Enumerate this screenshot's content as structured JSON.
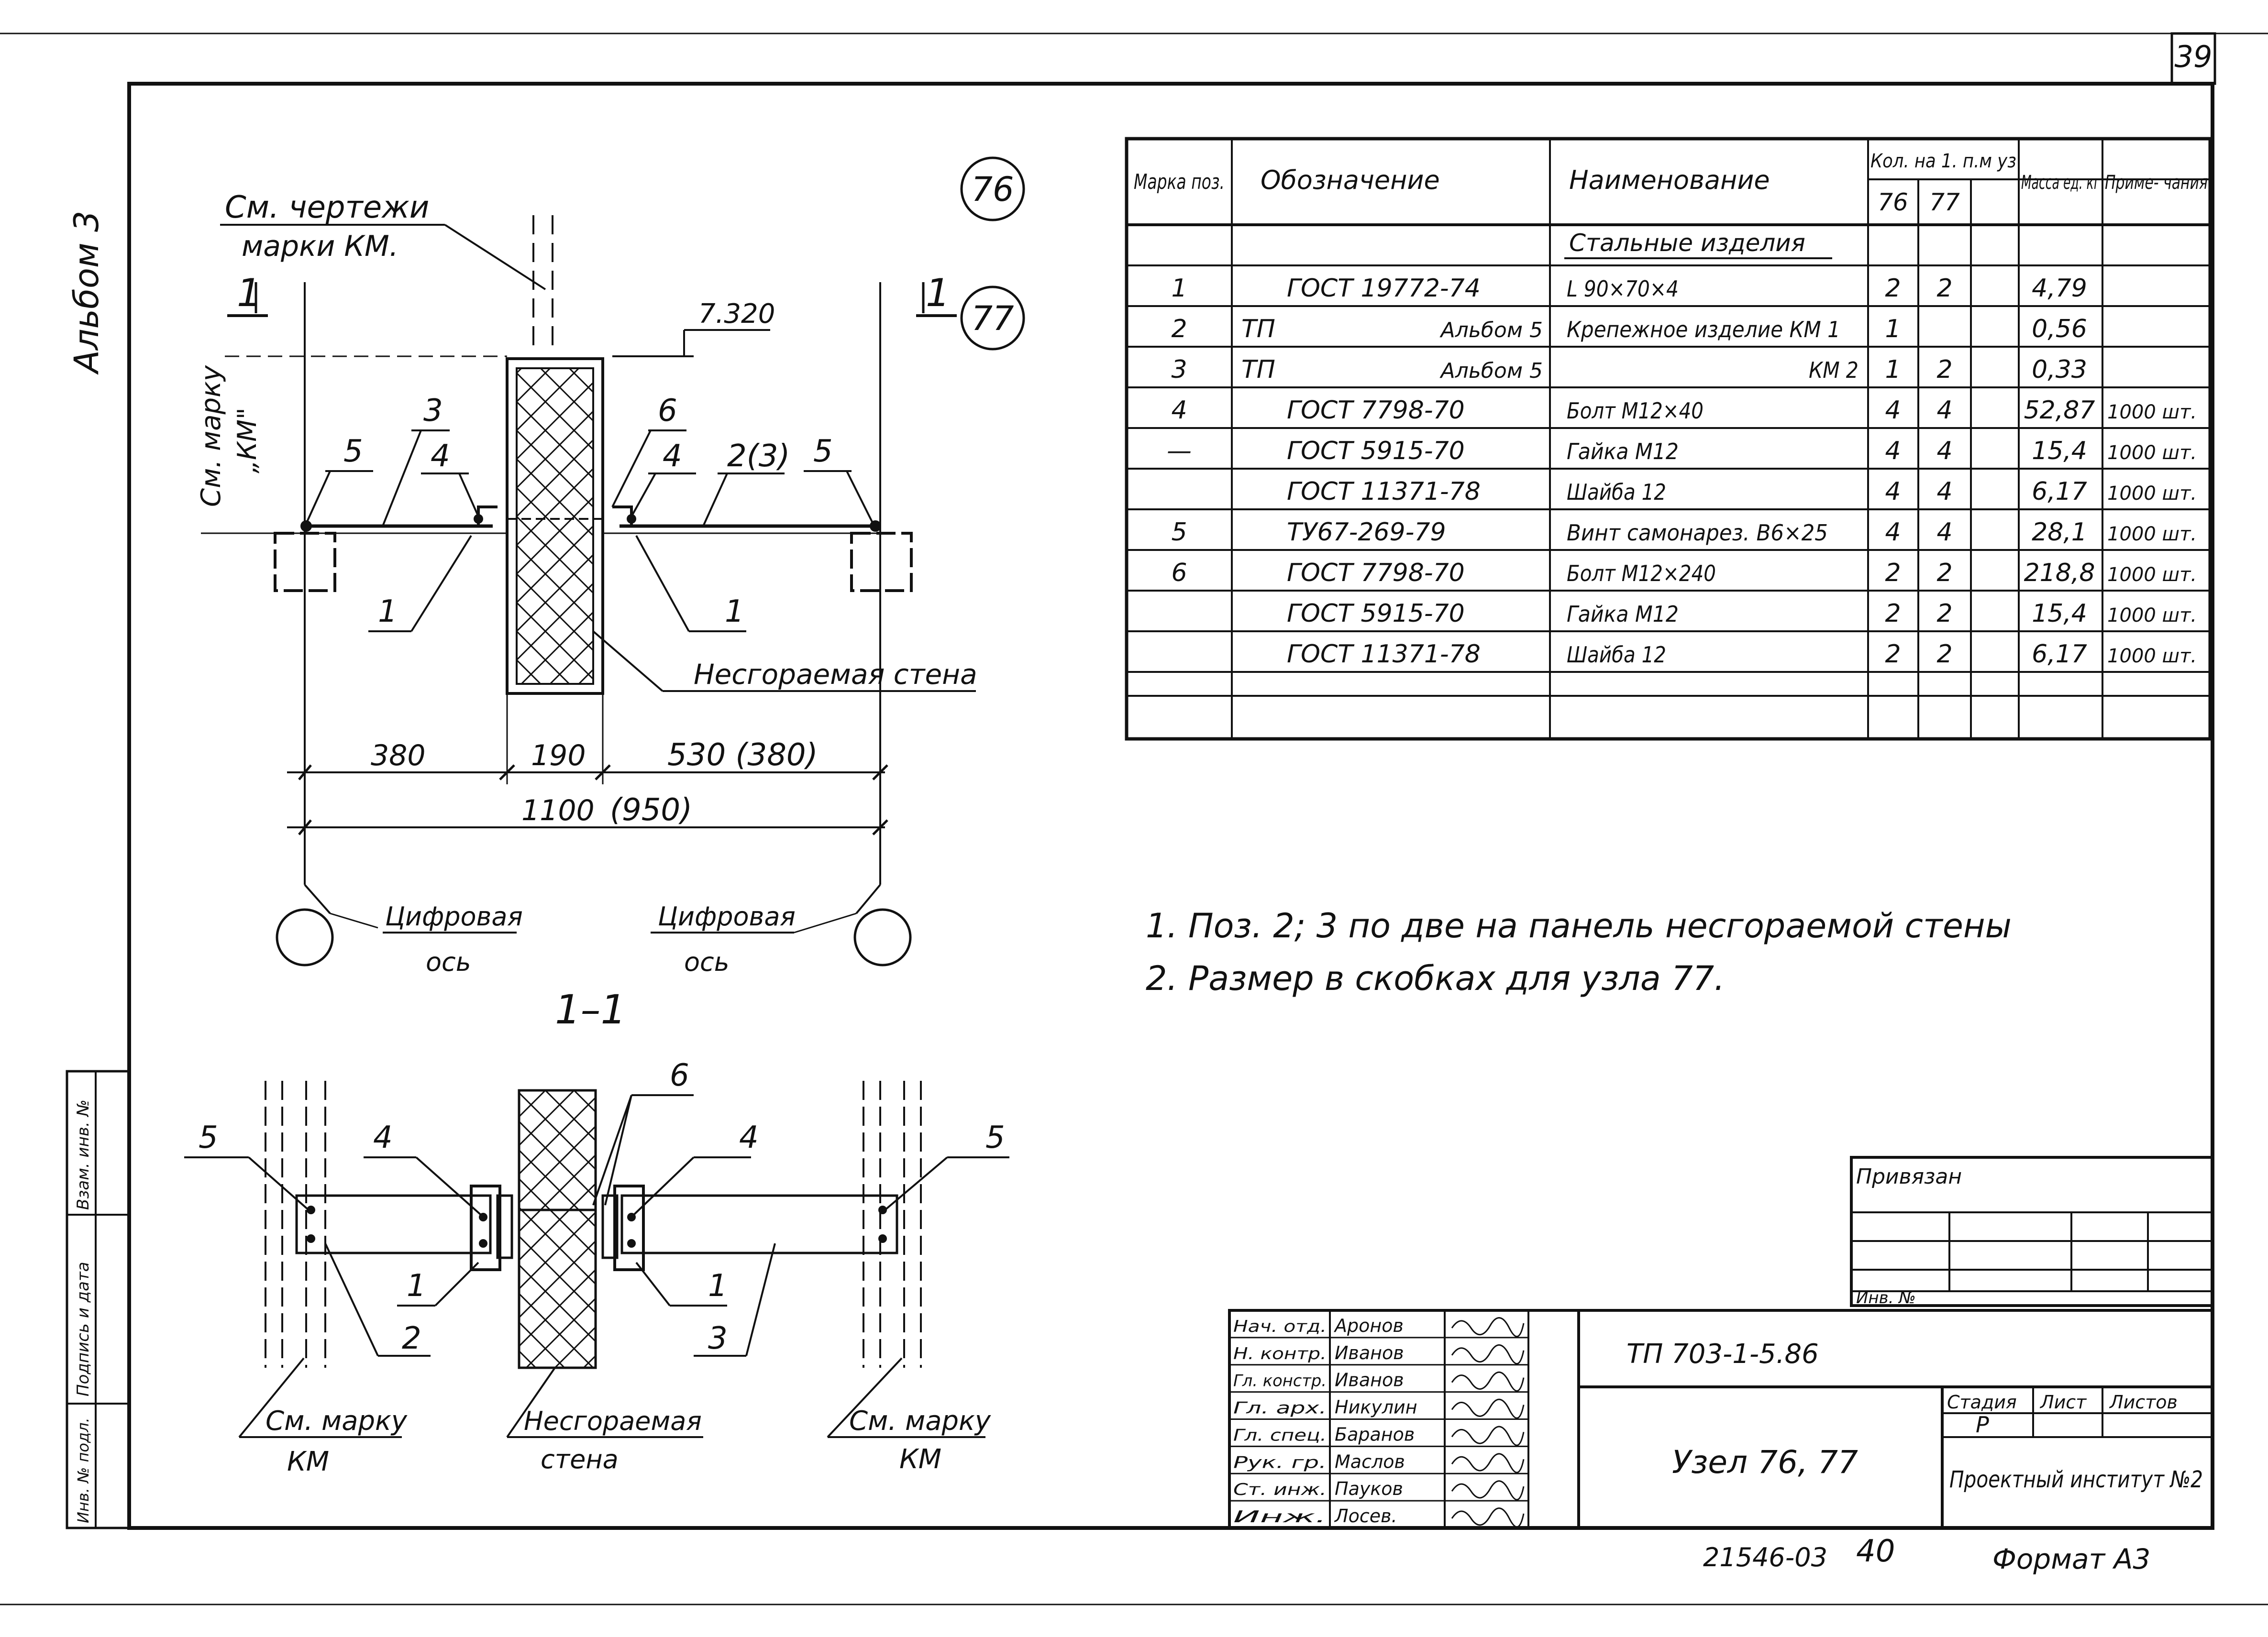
{
  "sheet_number": "39",
  "album": "Альбом 3",
  "node_marks": [
    "76",
    "77"
  ],
  "drawing": {
    "see_drawings_line1": "См. чертежи",
    "see_drawings_line2": "марки КМ.",
    "see_mark_vertical": "См. марку",
    "see_mark_km_vertical": "„КМ\"",
    "elevation": "7.320",
    "section_mark_left": "1",
    "section_mark_right": "1",
    "pos_labels": {
      "p3": "3",
      "p5_left": "5",
      "p4_left": "4",
      "p6": "6",
      "p4_right": "4",
      "p2_3": "2(3)",
      "p5_right": "5",
      "p1_left": "1",
      "p1_right": "1"
    },
    "wall_label": "Несгораемая стена",
    "dims": {
      "d380": "380",
      "d190": "190",
      "d530": "530 (380)",
      "d1100": "1100",
      "d950": "(950)"
    },
    "axis_label_left_1": "Цифровая",
    "axis_label_left_2": "ось",
    "axis_label_right_1": "Цифровая",
    "axis_label_right_2": "ось",
    "section_title": "1–1"
  },
  "section_view": {
    "pos_labels": {
      "p5_left": "5",
      "p4_left": "4",
      "p6": "6",
      "p4_right": "4",
      "p5_right": "5",
      "p1_left": "1",
      "p2": "2",
      "p1_right": "1",
      "p3": "3"
    },
    "see_mark_left_1": "См. марку",
    "see_mark_left_2": "КМ",
    "wall_1": "Несгораемая",
    "wall_2": "стена",
    "see_mark_right_1": "См. марку",
    "see_mark_right_2": "КМ"
  },
  "spec_table": {
    "headers": {
      "mark": "Марка поз.",
      "designation": "Обозначение",
      "name": "Наименование",
      "qty": "Кол. на 1. п.м уз",
      "qty76": "76",
      "qty77": "77",
      "mass": "Масса ед. кг",
      "note": "Приме- чания"
    },
    "section_title": "Стальные изделия",
    "rows": [
      {
        "mark": "1",
        "prefix": "",
        "designation": "ГОСТ 19772-74",
        "name": "L 90×70×4",
        "q76": "2",
        "q77": "2",
        "mass": "4,79",
        "note": ""
      },
      {
        "mark": "2",
        "prefix": "ТП",
        "designation": "Альбом 5",
        "name": "Крепежное изделие КМ 1",
        "q76": "1",
        "q77": "",
        "mass": "0,56",
        "note": ""
      },
      {
        "mark": "3",
        "prefix": "ТП",
        "designation": "Альбом 5",
        "name": "КМ 2",
        "q76": "1",
        "q77": "2",
        "mass": "0,33",
        "note": ""
      },
      {
        "mark": "4",
        "prefix": "",
        "designation": "ГОСТ 7798-70",
        "name": "Болт М12×40",
        "q76": "4",
        "q77": "4",
        "mass": "52,87",
        "note": "1000 шт."
      },
      {
        "mark": "—",
        "prefix": "",
        "designation": "ГОСТ 5915-70",
        "name": "Гайка М12",
        "q76": "4",
        "q77": "4",
        "mass": "15,4",
        "note": "1000 шт."
      },
      {
        "mark": "",
        "prefix": "",
        "designation": "ГОСТ 11371-78",
        "name": "Шайба 12",
        "q76": "4",
        "q77": "4",
        "mass": "6,17",
        "note": "1000 шт."
      },
      {
        "mark": "5",
        "prefix": "",
        "designation": "ТУ67-269-79",
        "name": "Винт самонарез. В6×25",
        "q76": "4",
        "q77": "4",
        "mass": "28,1",
        "note": "1000 шт."
      },
      {
        "mark": "6",
        "prefix": "",
        "designation": "ГОСТ 7798-70",
        "name": "Болт М12×240",
        "q76": "2",
        "q77": "2",
        "mass": "218,8",
        "note": "1000 шт."
      },
      {
        "mark": "",
        "prefix": "",
        "designation": "ГОСТ 5915-70",
        "name": "Гайка М12",
        "q76": "2",
        "q77": "2",
        "mass": "15,4",
        "note": "1000 шт."
      },
      {
        "mark": "",
        "prefix": "",
        "designation": "ГОСТ 11371-78",
        "name": "Шайба 12",
        "q76": "2",
        "q77": "2",
        "mass": "6,17",
        "note": "1000 шт."
      }
    ]
  },
  "notes": [
    "1. Поз. 2; 3 по две на панель несгораемой стены",
    "2. Размер в скобках для узла 77."
  ],
  "left_margin": {
    "inv_podl": "Инв. № подл.",
    "podpis": "Подпись и дата",
    "vzam": "Взам. инв. №"
  },
  "privyazan": {
    "title": "Привязан",
    "inv": "Инв. №"
  },
  "title_block": {
    "people": [
      {
        "role": "Нач. отд.",
        "name": "Аронов"
      },
      {
        "role": "Н. контр.",
        "name": "Иванов"
      },
      {
        "role": "Гл. констр.",
        "name": "Иванов"
      },
      {
        "role": "Гл. арх.",
        "name": "Никулин"
      },
      {
        "role": "Гл. спец.",
        "name": "Баранов"
      },
      {
        "role": "Рук. гр.",
        "name": "Маслов"
      },
      {
        "role": "Ст. инж.",
        "name": "Пауков"
      },
      {
        "role": "Инж.",
        "name": "Лосев."
      }
    ],
    "project_code": "ТП 703-1-5.86",
    "sheet_title": "Узел 76, 77",
    "stage_label": "Стадия",
    "sheet_label": "Лист",
    "sheets_label": "Листов",
    "stage": "Р",
    "organization": "Проектный институт №2"
  },
  "footer": {
    "archive_number": "21546-03",
    "page": "40",
    "format": "Формат А3"
  }
}
